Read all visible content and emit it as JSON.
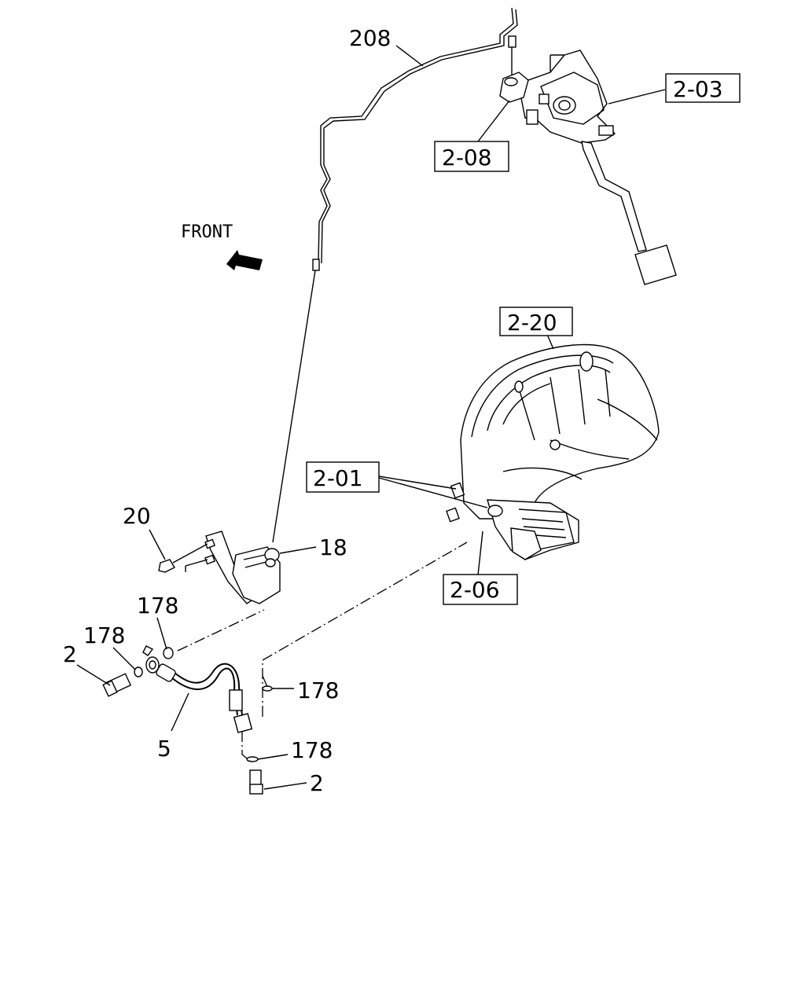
{
  "direction_label": "FRONT",
  "callouts": {
    "c208": "208",
    "c2_03": "2-03",
    "c2_08": "2-08",
    "c2_20": "2-20",
    "c2_01": "2-01",
    "c2_06": "2-06",
    "c20": "20",
    "c18": "18",
    "c178_a": "178",
    "c178_b": "178",
    "c178_c": "178",
    "c178_d": "178",
    "c2_a": "2",
    "c2_b": "2",
    "c5": "5"
  }
}
